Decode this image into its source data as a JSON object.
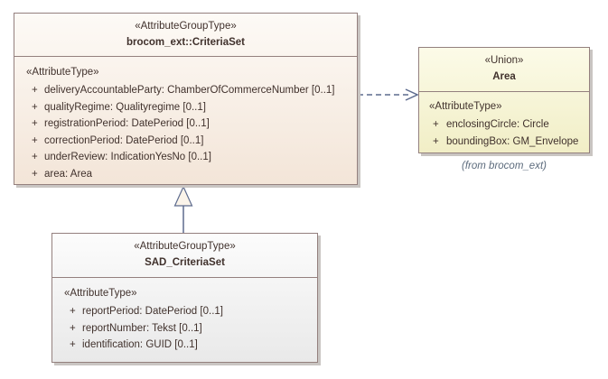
{
  "classes": {
    "criteria_set": {
      "stereotype": "«AttributeGroupType»",
      "name": "brocom_ext::CriteriaSet",
      "section_label": "«AttributeType»",
      "attributes": [
        {
          "vis": "+",
          "text": "deliveryAccountableParty: ChamberOfCommerceNumber [0..1]"
        },
        {
          "vis": "+",
          "text": "qualityRegime: Qualityregime [0..1]"
        },
        {
          "vis": "+",
          "text": "registrationPeriod: DatePeriod [0..1]"
        },
        {
          "vis": "+",
          "text": "correctionPeriod: DatePeriod [0..1]"
        },
        {
          "vis": "+",
          "text": "underReview: IndicationYesNo [0..1]"
        },
        {
          "vis": "+",
          "text": "area: Area"
        }
      ]
    },
    "area": {
      "stereotype": "«Union»",
      "name": "Area",
      "section_label": "«AttributeType»",
      "attributes": [
        {
          "vis": "+",
          "text": "enclosingCircle: Circle"
        },
        {
          "vis": "+",
          "text": "boundingBox: GM_Envelope"
        }
      ],
      "caption": "(from brocom_ext)"
    },
    "sad_criteria_set": {
      "stereotype": "«AttributeGroupType»",
      "name": "SAD_CriteriaSet",
      "section_label": "«AttributeType»",
      "attributes": [
        {
          "vis": "+",
          "text": "reportPeriod: DatePeriod [0..1]"
        },
        {
          "vis": "+",
          "text": "reportNumber: Tekst [0..1]"
        },
        {
          "vis": "+",
          "text": "identification: GUID [0..1]"
        }
      ]
    }
  },
  "connectors": {
    "dependency": {
      "type": "dashed dependency arrow",
      "from": "brocom_ext::CriteriaSet",
      "to": "Area"
    },
    "generalization": {
      "type": "generalization (hollow triangle)",
      "from": "SAD_CriteriaSet",
      "to": "brocom_ext::CriteriaSet"
    }
  },
  "colors": {
    "border": "#94807e",
    "connector": "#5d6b8e",
    "text": "#40312c",
    "caption_text": "#5c6b7c",
    "criteria_fill_top": "#fdfaf6",
    "criteria_fill_bottom": "#f3e5d8",
    "area_fill_top": "#fcfbe8",
    "area_fill_bottom": "#f1eec6",
    "sad_fill_top": "#fcfcfc",
    "sad_fill_bottom": "#e9e9e9"
  }
}
